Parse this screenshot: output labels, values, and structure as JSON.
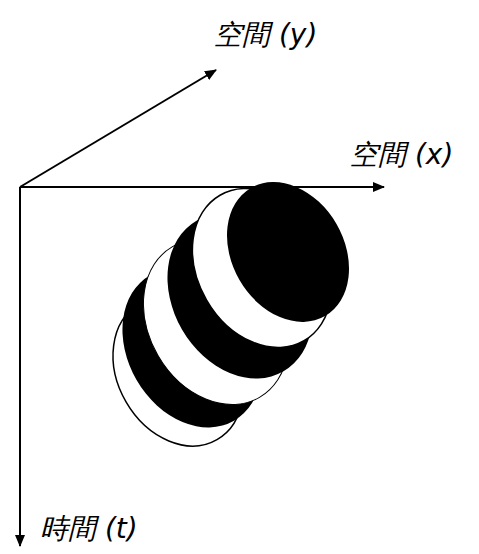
{
  "diagram": {
    "labels": [
      "空間 (y)",
      "空間 (x)",
      "時間 (t)"
    ]
  }
}
